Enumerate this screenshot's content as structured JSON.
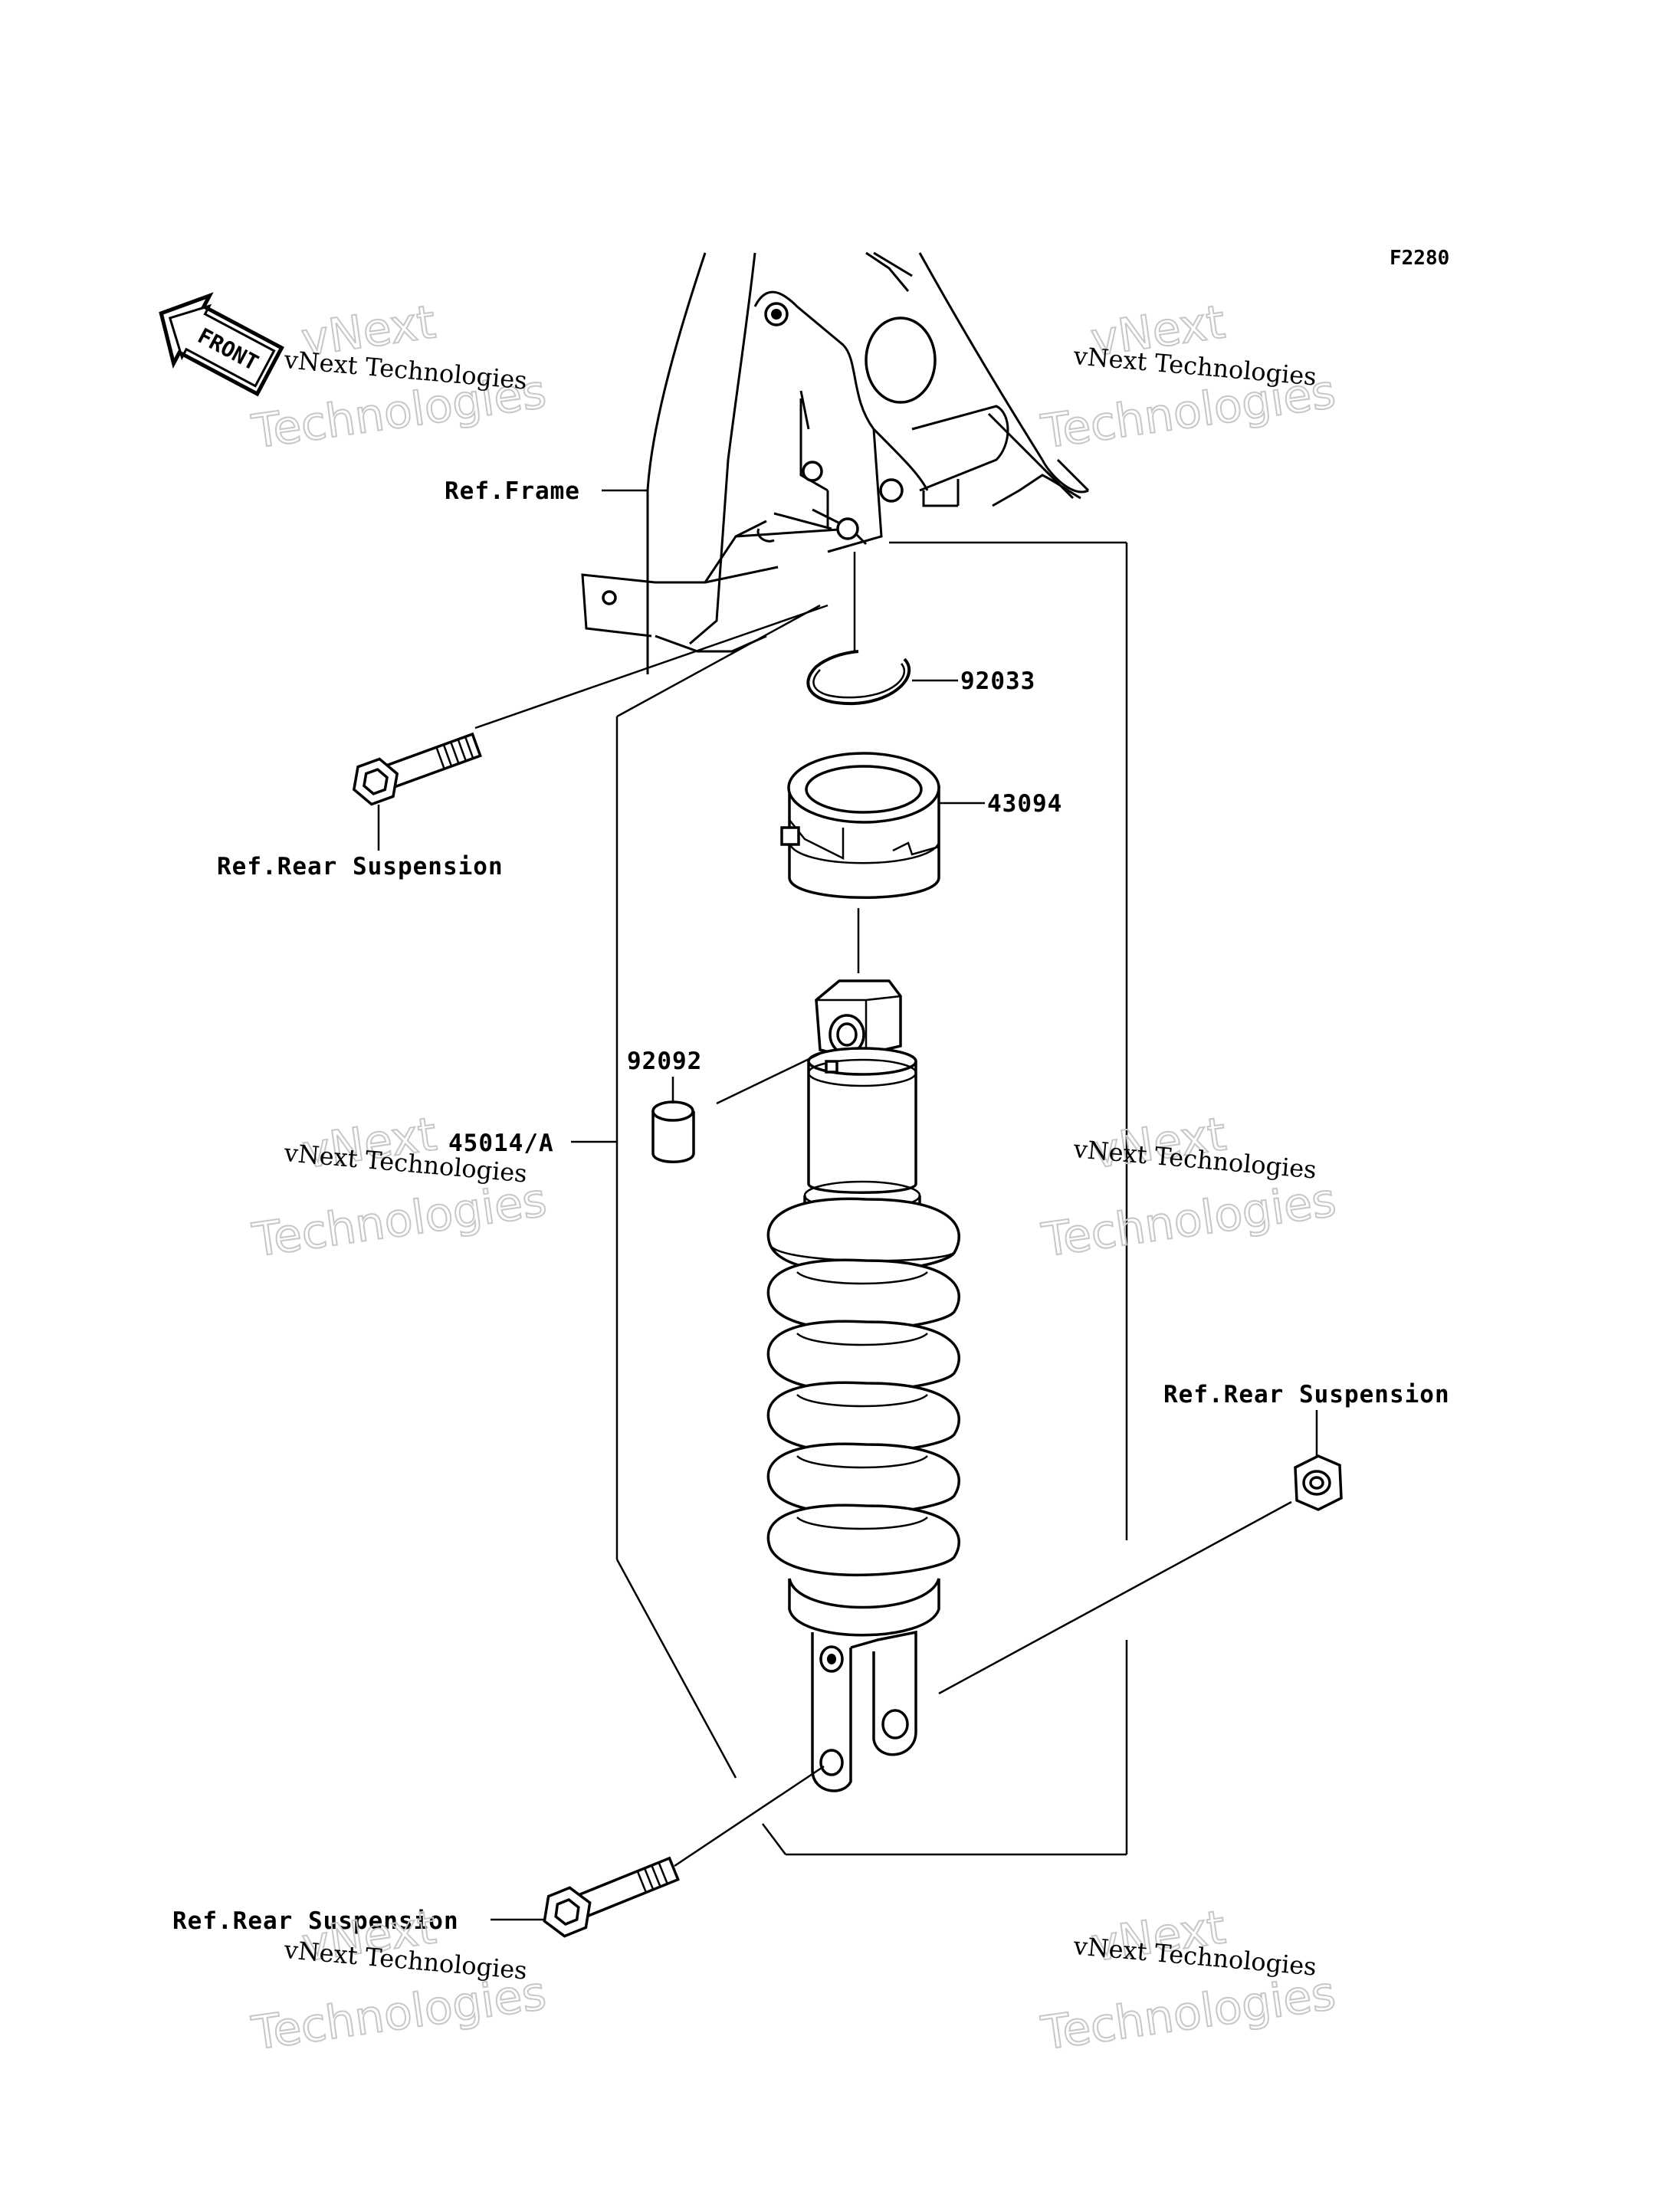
{
  "figure_code": "F2280",
  "front_label": "FRONT",
  "callouts": {
    "ref_frame": "Ref.Frame",
    "ref_rear_suspension_top_left": "Ref.Rear Suspension",
    "ref_rear_suspension_right": "Ref.Rear Suspension",
    "ref_rear_suspension_bottom_left": "Ref.Rear Suspension",
    "part_92033": "92033",
    "part_43094": "43094",
    "part_92092": "92092",
    "part_45014A": "45014/A"
  },
  "watermark": {
    "company": "vNext Technologies",
    "big_line_1": "vNext",
    "big_line_2": "Technologies"
  }
}
